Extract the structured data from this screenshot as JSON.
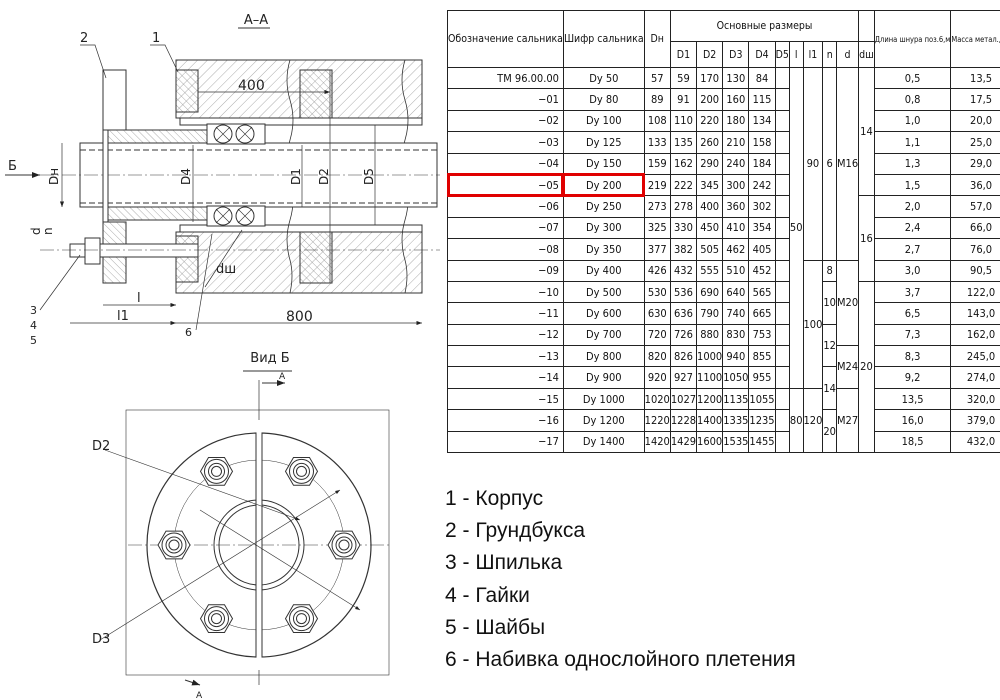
{
  "drawing": {
    "section_title": "А–А",
    "view_title": "Вид Б",
    "labels": {
      "pos1": "1",
      "pos2": "2",
      "pos3": "3",
      "pos4": "4",
      "pos5": "5",
      "pos6": "6",
      "dim_400": "400",
      "dim_800": "800",
      "arrow_b": "Б",
      "dn": "Dн",
      "d1": "D1",
      "d2": "D2",
      "d4": "D4",
      "d5": "D5",
      "d": "d",
      "n": "n",
      "dsh": "dш",
      "l": "l",
      "l1": "l1",
      "cut_a_top": "А",
      "cut_a_bottom": "А",
      "view_d2": "D2",
      "view_d3": "D3"
    }
  },
  "table": {
    "headers": {
      "designation": "Обозначение сальника",
      "code": "Шифр сальника",
      "dn": "Dн",
      "main_dims": "Основные размеры",
      "d1": "D1",
      "d2": "D2",
      "d3": "D3",
      "d4": "D4",
      "d5": "D5",
      "l": "l",
      "l1": "l1",
      "n": "n",
      "d": "d",
      "dsh": "dш",
      "cord_length": "Длина шнура поз.6,м",
      "mass": "Масса метал., кг"
    },
    "rows": [
      [
        "ТМ 96.00.00",
        "Dy 50",
        "57",
        "59",
        "170",
        "130",
        "84",
        "0,5",
        "13,5"
      ],
      [
        "−01",
        "Dy 80",
        "89",
        "91",
        "200",
        "160",
        "115",
        "0,8",
        "17,5"
      ],
      [
        "−02",
        "Dy 100",
        "108",
        "110",
        "220",
        "180",
        "134",
        "1,0",
        "20,0"
      ],
      [
        "−03",
        "Dy 125",
        "133",
        "135",
        "260",
        "210",
        "158",
        "1,1",
        "25,0"
      ],
      [
        "−04",
        "Dy 150",
        "159",
        "162",
        "290",
        "240",
        "184",
        "1,3",
        "29,0"
      ],
      [
        "−05",
        "Dy 200",
        "219",
        "222",
        "345",
        "300",
        "242",
        "1,5",
        "36,0"
      ],
      [
        "−06",
        "Dy 250",
        "273",
        "278",
        "400",
        "360",
        "302",
        "2,0",
        "57,0"
      ],
      [
        "−07",
        "Dy 300",
        "325",
        "330",
        "450",
        "410",
        "354",
        "2,4",
        "66,0"
      ],
      [
        "−08",
        "Dy 350",
        "377",
        "382",
        "505",
        "462",
        "405",
        "2,7",
        "76,0"
      ],
      [
        "−09",
        "Dy 400",
        "426",
        "432",
        "555",
        "510",
        "452",
        "3,0",
        "90,5"
      ],
      [
        "−10",
        "Dy 500",
        "530",
        "536",
        "690",
        "640",
        "565",
        "3,7",
        "122,0"
      ],
      [
        "−11",
        "Dy 600",
        "630",
        "636",
        "790",
        "740",
        "665",
        "6,5",
        "143,0"
      ],
      [
        "−12",
        "Dy 700",
        "720",
        "726",
        "880",
        "830",
        "753",
        "7,3",
        "162,0"
      ],
      [
        "−13",
        "Dy 800",
        "820",
        "826",
        "1000",
        "940",
        "855",
        "8,3",
        "245,0"
      ],
      [
        "−14",
        "Dy 900",
        "920",
        "927",
        "1100",
        "1050",
        "955",
        "9,2",
        "274,0"
      ],
      [
        "−15",
        "Dy 1000",
        "1020",
        "1027",
        "1200",
        "1135",
        "1055",
        "13,5",
        "320,0"
      ],
      [
        "−16",
        "Dy 1200",
        "1220",
        "1228",
        "1400",
        "1335",
        "1235",
        "16,0",
        "379,0"
      ],
      [
        "−17",
        "Dy 1400",
        "1420",
        "1429",
        "1600",
        "1535",
        "1455",
        "18,5",
        "432,0"
      ]
    ],
    "merged": {
      "l": [
        {
          "start": 0,
          "span": 15,
          "value": "50"
        },
        {
          "start": 15,
          "span": 3,
          "value": "80"
        }
      ],
      "l1": [
        {
          "start": 0,
          "span": 9,
          "value": "90"
        },
        {
          "start": 9,
          "span": 6,
          "value": "100"
        },
        {
          "start": 15,
          "span": 3,
          "value": "120"
        }
      ],
      "n": [
        {
          "start": 0,
          "span": 9,
          "value": "6"
        },
        {
          "start": 9,
          "span": 1,
          "value": "8"
        },
        {
          "start": 10,
          "span": 2,
          "value": "10"
        },
        {
          "start": 12,
          "span": 2,
          "value": "12"
        },
        {
          "start": 14,
          "span": 2,
          "value": "14"
        },
        {
          "start": 16,
          "span": 2,
          "value": "20"
        }
      ],
      "d": [
        {
          "start": 0,
          "span": 9,
          "value": "M16"
        },
        {
          "start": 9,
          "span": 4,
          "value": "M20"
        },
        {
          "start": 13,
          "span": 2,
          "value": "M24"
        },
        {
          "start": 15,
          "span": 3,
          "value": "M27"
        }
      ],
      "dsh": [
        {
          "start": 0,
          "span": 6,
          "value": "14"
        },
        {
          "start": 6,
          "span": 4,
          "value": "16"
        },
        {
          "start": 10,
          "span": 8,
          "value": "20"
        }
      ]
    },
    "highlighted_row": 5,
    "highlight_color": "#e00000"
  },
  "legend": [
    "1 - Корпус",
    "2 - Грундбукса",
    "3 - Шпилька",
    "4 - Гайки",
    "5 - Шайбы",
    "6 - Набивка однослойного плетения"
  ]
}
